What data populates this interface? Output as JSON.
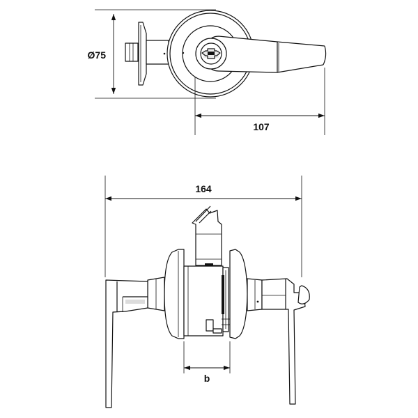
{
  "dimensions": {
    "diameter": "Ø75",
    "projection": "107",
    "overall_width": "164",
    "door_thickness": "b"
  }
}
